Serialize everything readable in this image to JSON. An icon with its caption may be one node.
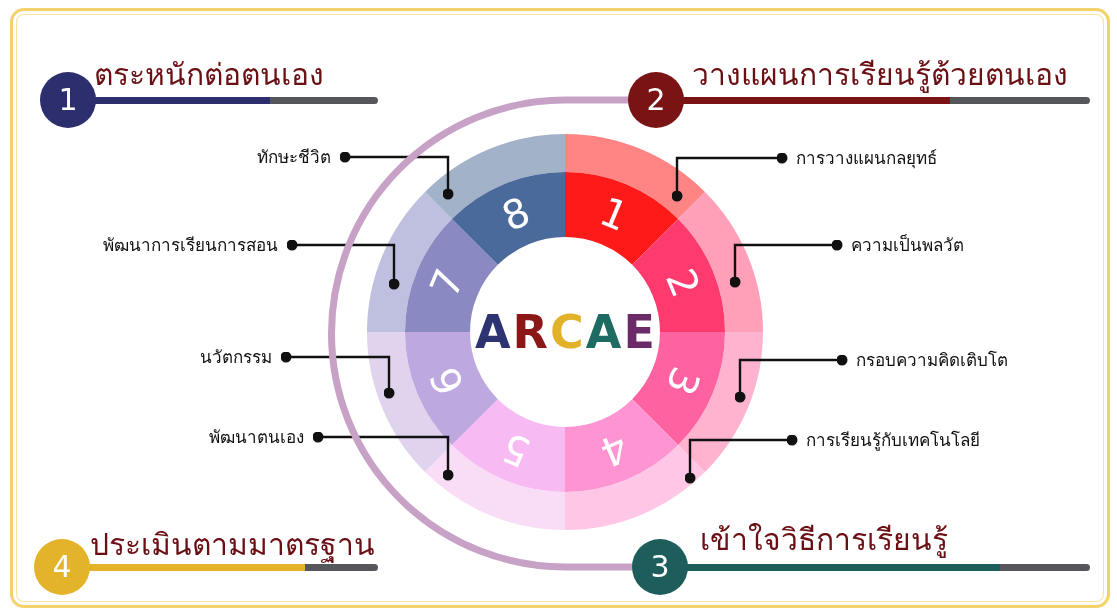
{
  "diagram": {
    "nodes": [
      {
        "text": [
          "1",
          "ตระหนักต่อตนเอง"
        ]
      },
      {
        "text": [
          "2",
          "วางแผนการเรียนรู้ต้วยตนเอง"
        ]
      },
      {
        "text": [
          "ARCAE"
        ]
      },
      {
        "text": [
          "1"
        ]
      },
      {
        "text": [
          "2"
        ]
      },
      {
        "text": [
          "3"
        ]
      },
      {
        "text": [
          "4"
        ]
      },
      {
        "text": [
          "5"
        ]
      },
      {
        "text": [
          "6"
        ]
      },
      {
        "text": [
          "7"
        ]
      },
      {
        "text": [
          "8"
        ]
      },
      {
        "text": [
          "ทักษะชีวิต"
        ]
      },
      {
        "text": [
          "พัฒนาการเรียนการสอน"
        ]
      },
      {
        "text": [
          "นวัตกรรม"
        ]
      },
      {
        "text": [
          "พัฒนาตนเอง"
        ]
      },
      {
        "text": [
          "การวางแผนกลยุทธ์"
        ]
      },
      {
        "text": [
          "ความเป็นพลวัต"
        ]
      },
      {
        "text": [
          "กรอบความคิดเติบโต"
        ]
      },
      {
        "text": [
          "การเรียนรู้กับเทคโนโลยี"
        ]
      },
      {
        "text": [
          "4",
          "ประเมินตามมาตรฐาน"
        ]
      },
      {
        "text": [
          "3",
          "เข้าใจวิธีการเรียนรู้"
        ]
      }
    ],
    "edges": [
      {
        "from": 11,
        "to": 10,
        "arrow": "other"
      },
      {
        "from": 12,
        "to": 9,
        "arrow": "other"
      },
      {
        "from": 13,
        "to": 8,
        "arrow": "other"
      },
      {
        "from": 14,
        "to": 7,
        "arrow": "other"
      },
      {
        "from": 15,
        "to": 3,
        "arrow": "other"
      },
      {
        "from": 16,
        "to": 4,
        "arrow": "other"
      },
      {
        "from": 17,
        "to": 5,
        "arrow": "other"
      },
      {
        "from": 18,
        "to": 6,
        "arrow": "other"
      },
      {
        "from": 1,
        "to": 20,
        "arrow": "none",
        "style": "thick",
        "color": "#c8a2c6"
      }
    ]
  }
}
